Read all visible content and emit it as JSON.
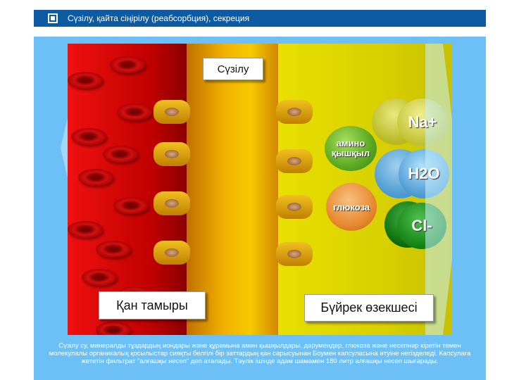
{
  "window": {
    "title": "Сүзілу, қайта сіңірілу (реабсорбция), секреция"
  },
  "scene": {
    "filtration_label": "Сүзілу",
    "blood_vessel_label": "Қан тамыры",
    "kidney_tubule_label": "Бүйрек өзекшесі",
    "molecules": [
      {
        "name": "amino-acid",
        "label": "амино қышқыл",
        "color": "#6ab82a"
      },
      {
        "name": "glucose",
        "label": "глюкоза",
        "color": "#e88a30"
      },
      {
        "name": "sodium",
        "label": "Na+",
        "color": "#c8c830"
      },
      {
        "name": "water",
        "label": "H2O",
        "color": "#4a98d0"
      },
      {
        "name": "chloride",
        "label": "Cl-",
        "color": "#1a8a1a"
      }
    ]
  },
  "caption": "Сүзілу су, минералды тұздардың иондары және құрамына амин қышқылдары, дәрумендер, глюкоза және несепнәр кіретін төмен молекулалы органикалық қосылыстар сияқты белгілі бір заттардың қан сарысуынан Боумен капсуласына өтуіне негізделеді. Капсулаға жететін фильтрат \"алғашқы несеп\" деп аталады. Тәулік ішінде адам шамамен 180 литр алғашқы несеп шығарады."
}
